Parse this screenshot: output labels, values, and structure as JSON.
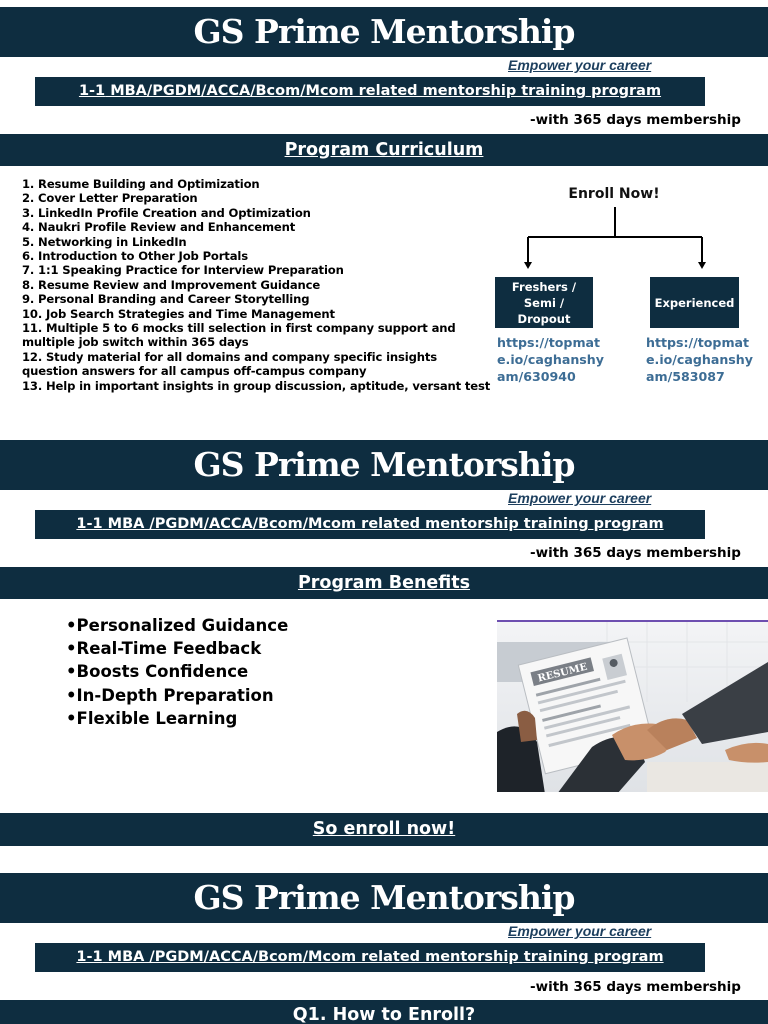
{
  "blocks": [
    {
      "brand": "GS Prime Mentorship",
      "tagline": "Empower your career",
      "program_prefix": "1-1",
      "program_rest": " MBA/PGDM/ACCA/Bcom/Mcom related mentorship training program",
      "membership": "-with 365 days membership",
      "section_title": "Program Curriculum"
    },
    {
      "brand": "GS Prime Mentorship",
      "tagline": "Empower your career",
      "program_prefix": "1-1",
      "program_rest": " MBA /PGDM/ACCA/Bcom/Mcom related mentorship training program",
      "membership": "-with 365 days membership",
      "section_title": "Program Benefits"
    },
    {
      "brand": "GS Prime Mentorship",
      "tagline": "Empower your career",
      "program_prefix": "1-1",
      "program_rest": " MBA /PGDM/ACCA/Bcom/Mcom related mentorship training program",
      "membership": "-with 365 days membership",
      "section_title": "Q1. How to Enroll?"
    }
  ],
  "curriculum": [
    "1. Resume Building and Optimization",
    "2. Cover Letter Preparation",
    "3. LinkedIn Profile Creation and Optimization",
    "4. Naukri Profile Review and Enhancement",
    "5. Networking in LinkedIn",
    "6. Introduction to Other Job Portals",
    "7. 1:1 Speaking Practice for Interview Preparation",
    "8. Resume Review and Improvement Guidance",
    "9. Personal Branding and Career Storytelling",
    "10. Job Search Strategies and Time Management",
    "11. Multiple 5 to 6 mocks till selection in first company support and multiple job switch within 365 days",
    "12. Study material for all domains and company specific insights question answers for all campus off-campus company",
    "13. Help in important insights in group discussion, aptitude, versant test"
  ],
  "enroll": {
    "label": "Enroll Now!",
    "freshers_label": "Freshers / Semi / Dropout",
    "experienced_label": "Experienced",
    "freshers_link": "https://topmate.io/caghanshyam/630940",
    "experienced_link": "https://topmate.io/caghanshyam/583087"
  },
  "benefits": [
    "•Personalized Guidance",
    "•Real-Time Feedback",
    "•Boosts Confidence",
    "•In-Depth Preparation",
    "•Flexible Learning"
  ],
  "cta": "So enroll now!",
  "photo": {
    "resume_word": "RESUME"
  },
  "colors": {
    "navy": "#0e2d40",
    "tagline": "#1d3f5e",
    "link": "#3d6d95"
  }
}
